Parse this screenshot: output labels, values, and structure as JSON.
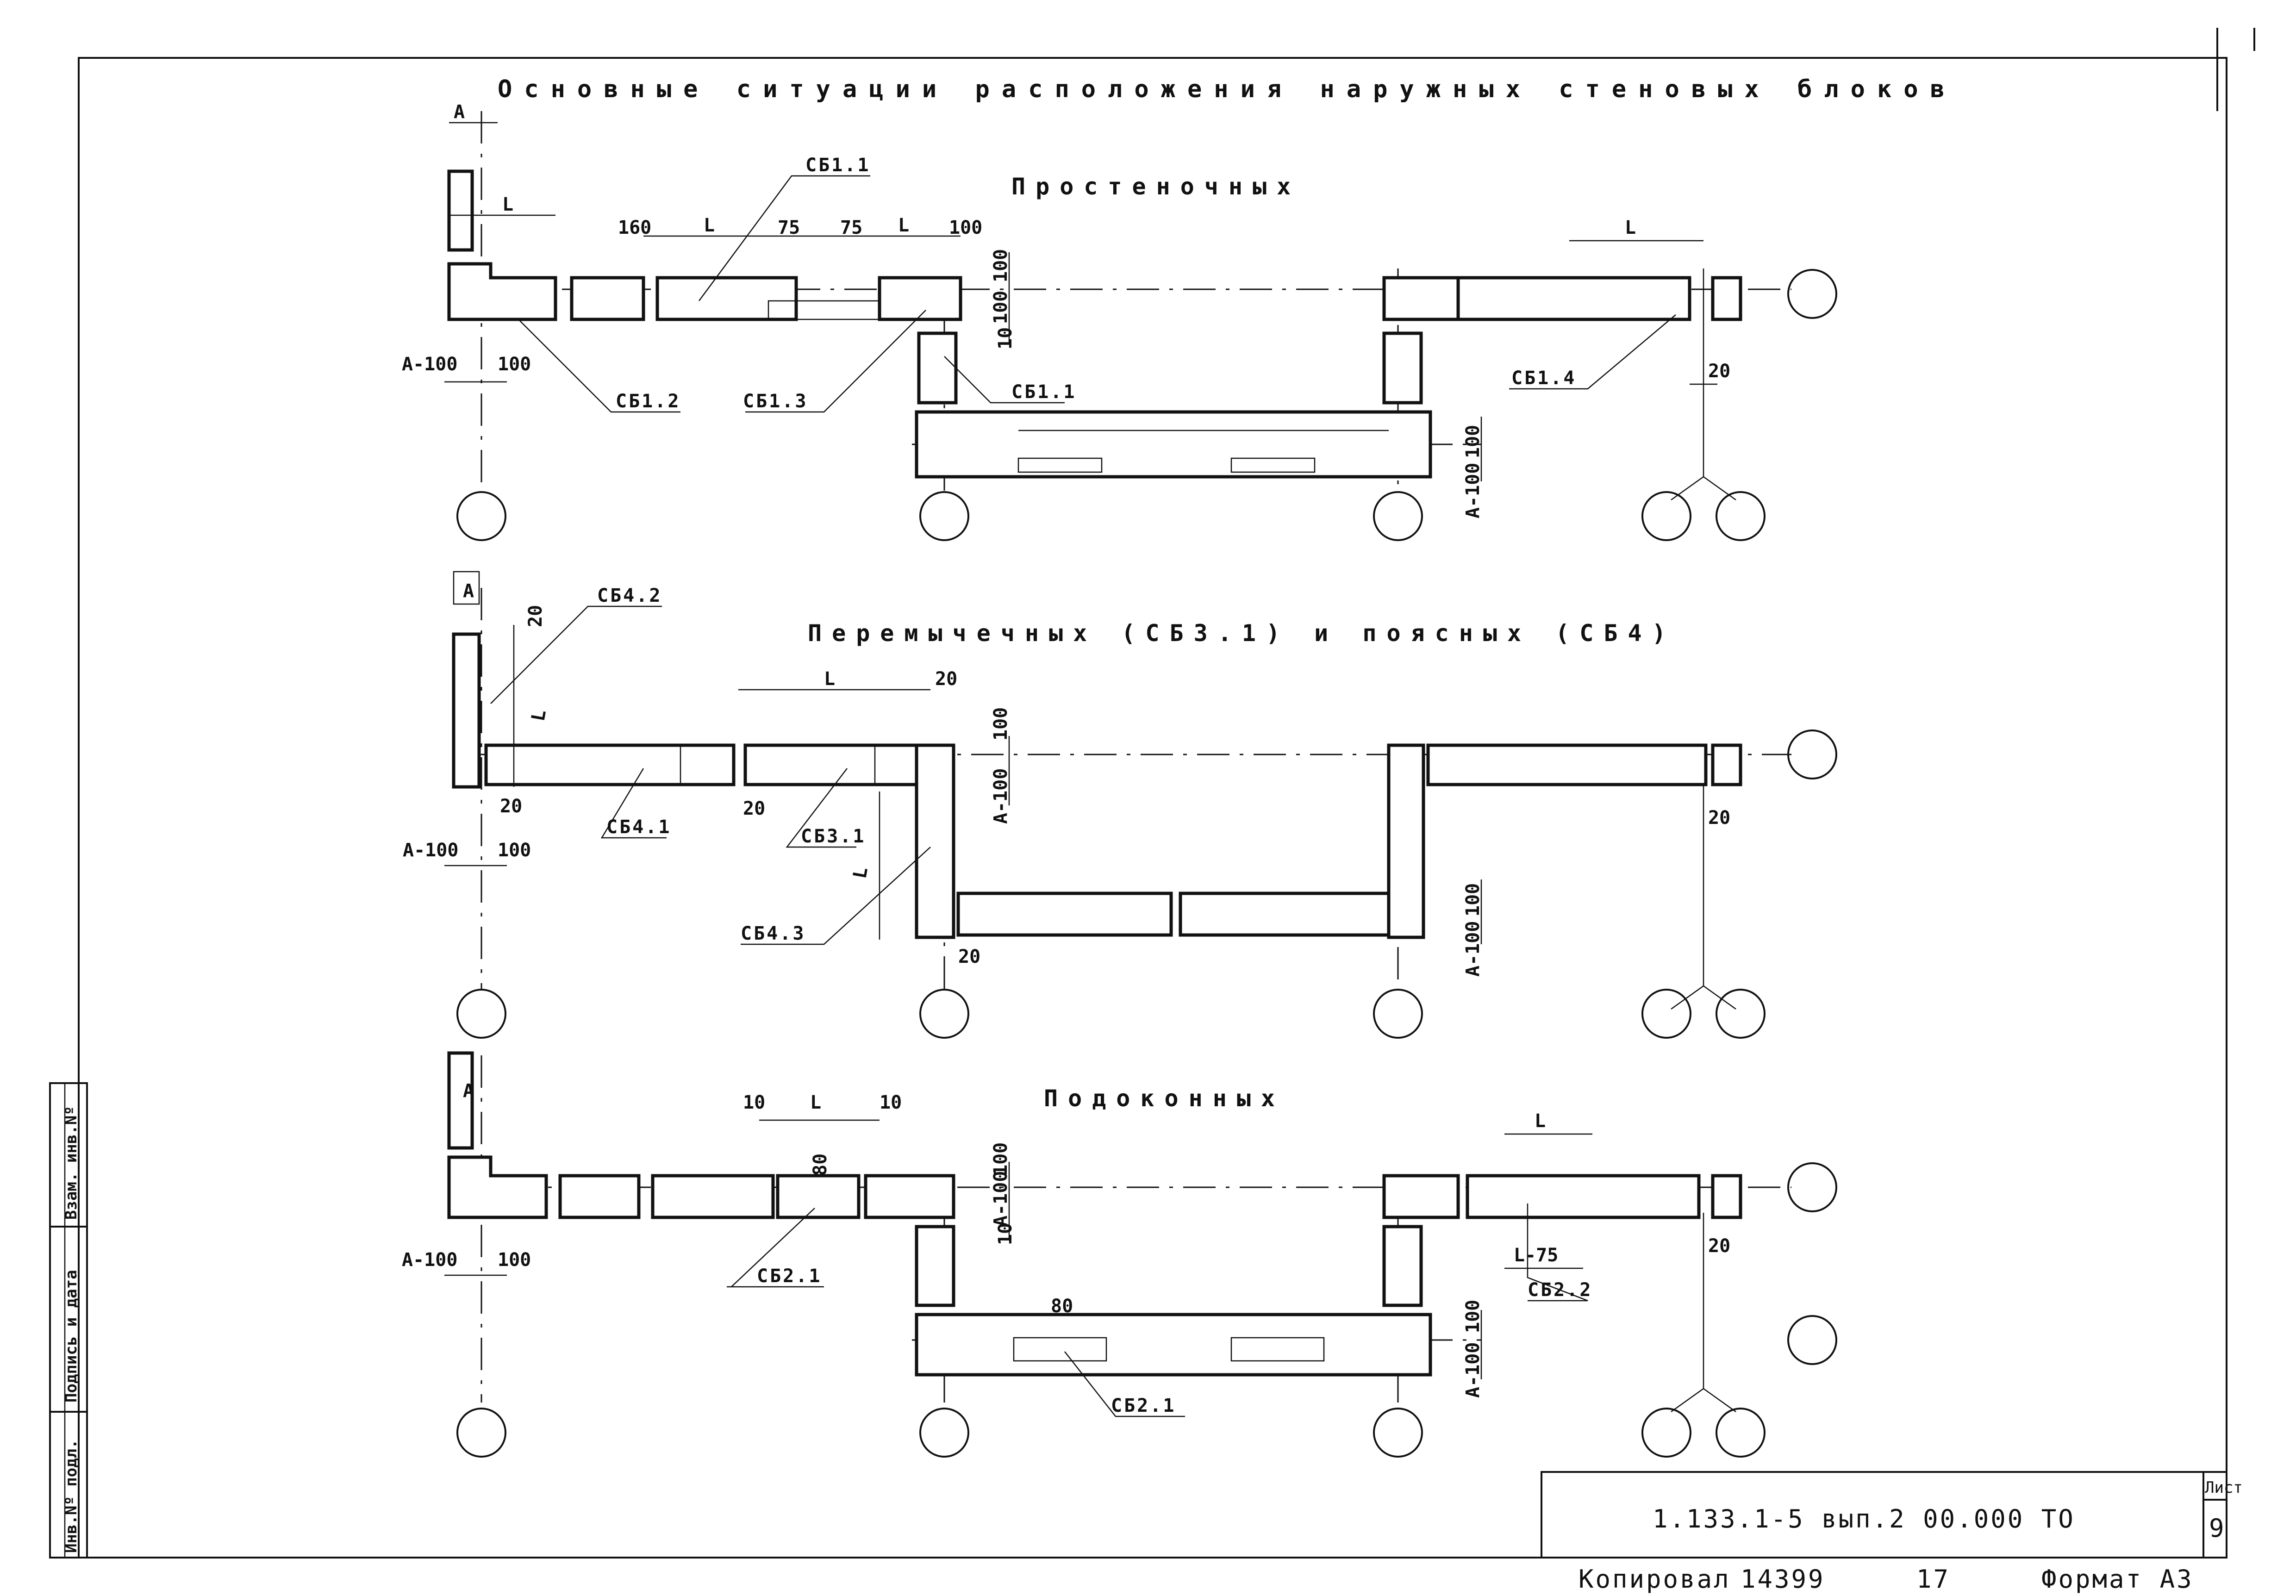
{
  "sheet": {
    "title": "Основные ситуации расположения наружных стеновых блоков",
    "sections": {
      "pier": "Простеночных",
      "lintel": "Перемычечных (СБ3.1) и поясных (СБ4)",
      "sill": "Подоконных"
    }
  },
  "marks": {
    "sb1_1_top": "СБ1.1",
    "sb1_1_mid": "СБ1.1",
    "sb1_2": "СБ1.2",
    "sb1_3": "СБ1.3",
    "sb1_4": "СБ1.4",
    "sb4_2": "СБ4.2",
    "sb4_1": "СБ4.1",
    "sb3_1": "СБ3.1",
    "sb4_3": "СБ4.3",
    "sb2_1_a": "СБ2.1",
    "sb2_1_b": "СБ2.1",
    "sb2_2": "СБ2.2"
  },
  "dims": {
    "a": "А",
    "l": "L",
    "a_minus_100": "А-100",
    "d100": "100",
    "d160": "160",
    "d75": "75",
    "d20": "20",
    "d10": "10",
    "d80": "80",
    "l_minus_75": "L-75"
  },
  "side_stamp": {
    "inv_no": "Инв.Nº подл.",
    "sign_date": "Подпись и дата",
    "replace_inv": "Взам. инв.Nº"
  },
  "title_block": {
    "designation": "1.133.1-5 вып.2 00.000 ТО",
    "sheet_label": "Лист",
    "sheet_no": "9"
  },
  "footer": {
    "copied_label": "Копировал",
    "copied_no": "14399",
    "copied_extra": "17",
    "format": "Формат А3"
  }
}
